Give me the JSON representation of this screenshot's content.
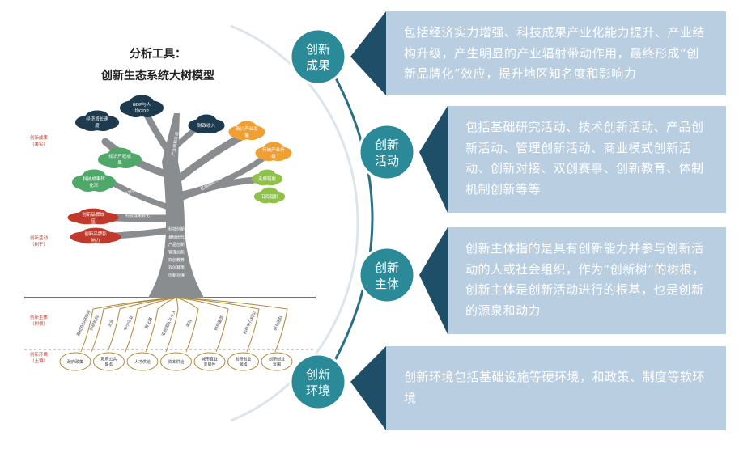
{
  "title": {
    "line1": "分析工具：",
    "line2": "创新生态系统大树模型"
  },
  "stages": [
    {
      "label_line1": "创新",
      "label_line2": "成果",
      "description": "包括经济实力增强、科技成果产业化能力提升、产业结构升级，产生明显的产业辐射带动作用，最终形成“创新品牌化”效应，提升地区知名度和影响力"
    },
    {
      "label_line1": "创新",
      "label_line2": "活动",
      "description": "包括基础研究活动、技术创新活动、产品创新活动、管理创新活动、商业模式创新活动、创新对接、双创赛事、创新教育、体制机制创新等等"
    },
    {
      "label_line1": "创新",
      "label_line2": "主体",
      "description": "创新主体指的是具有创新能力并参与创新活动的人或社会组织，作为“创新树”的树根，创新主体是创新活动进行的根基，也是创新的源泉和动力"
    },
    {
      "label_line1": "创新",
      "label_line2": "环境",
      "description": "创新环境包括基础设施等硬环境，和政策、制度等软环境"
    }
  ],
  "tree": {
    "side_labels": [
      {
        "line1": "创新成果",
        "line2": "（果实）"
      },
      {
        "line1": "创新活动",
        "line2": "（树干）"
      },
      {
        "line1": "创新主体",
        "line2": "（树根）"
      },
      {
        "line1": "创新环境",
        "line2": "（土壤）"
      }
    ],
    "fruits_dark": [
      "GDP与人均GDP",
      "经济增长速度",
      "财政收入"
    ],
    "fruits_green": [
      "知识产权成果",
      "科技成果转化率"
    ],
    "fruits_orange": [
      "新兴产业发展",
      "传统产业升级"
    ],
    "fruits_lightgreen": [
      "走廊辐射",
      "沿海辐射"
    ],
    "fruits_red": [
      "创新品牌效应",
      "创新品牌影响力"
    ],
    "branch_labels": [
      "经济实力增强",
      "产业结构升级",
      "科技成果转化",
      "区域辐射带动",
      "创新品牌化"
    ],
    "trunk_labels": [
      "科技创新",
      "基础研究",
      "产品创新",
      "管理创新",
      "双创教育",
      "双创赛事",
      "创新对接"
    ],
    "roots": [
      "高校及科研院所",
      "科研机构",
      "企业",
      "中小企业",
      "孵化器",
      "双创团队与个人",
      "高校",
      "科技服务",
      "科技中介机构",
      "创业团队"
    ],
    "soil": [
      "政府政策",
      "政府公共服务",
      "人才供给",
      "资本供给",
      "城市宜业宜居性",
      "创新创业网络",
      "创新创业氛围"
    ]
  }
}
